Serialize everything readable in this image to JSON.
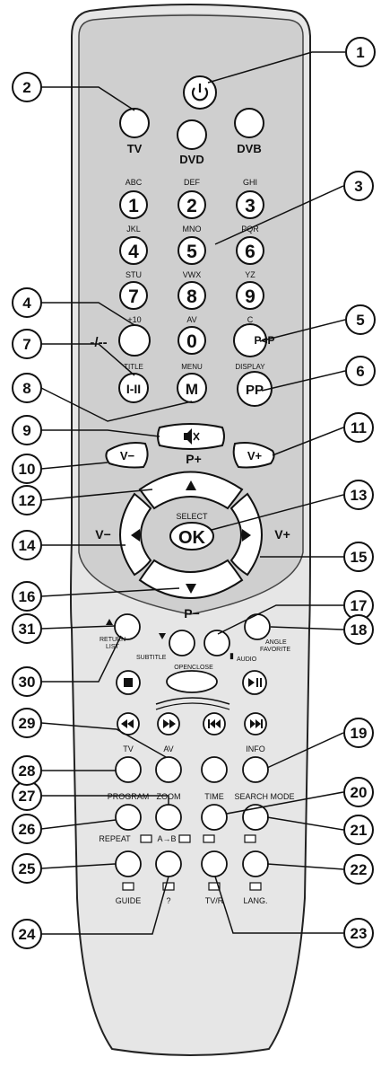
{
  "callouts": {
    "c1": "1",
    "c2": "2",
    "c3": "3",
    "c4": "4",
    "c5": "5",
    "c6": "6",
    "c7": "7",
    "c8": "8",
    "c9": "9",
    "c10": "10",
    "c11": "11",
    "c12": "12",
    "c13": "13",
    "c14": "14",
    "c15": "15",
    "c16": "16",
    "c17": "17",
    "c18": "18",
    "c19": "19",
    "c20": "20",
    "c21": "21",
    "c22": "22",
    "c23": "23",
    "c24": "24",
    "c25": "25",
    "c26": "26",
    "c27": "27",
    "c28": "28",
    "c29": "29",
    "c30": "30",
    "c31": "31"
  },
  "labels": {
    "tv": "TV",
    "dvd": "DVD",
    "dvb": "DVB",
    "abc": "ABC",
    "def": "DEF",
    "ghi": "GHI",
    "jkl": "JKL",
    "mno": "MNO",
    "pqr": "PQR",
    "stu": "STU",
    "vwx": "VWX",
    "yz": "YZ",
    "plus10": "+10",
    "av": "AV",
    "c": "C",
    "dash": "-/--",
    "ppp": "P<P",
    "title": "TITLE",
    "menu": "MENU",
    "display": "DISPLAY",
    "p_plus": "P+",
    "p_minus": "P−",
    "v_minus": "V−",
    "v_plus": "V+",
    "v_minus_side": "V−",
    "v_plus_side": "V+",
    "select": "SELECT",
    "return_list_1": "RETURN",
    "return_list_2": "LIST",
    "subtitle": "SUBTITLE",
    "openclose": "OPENCLOSE",
    "audio": "AUDIO",
    "angle": "ANGLE",
    "favorite": "FAVORITE",
    "tv2": "TV",
    "av2": "AV",
    "info": "INFO",
    "program": "PROGRAM",
    "zoom": "ZOOM",
    "time": "TIME",
    "search_mode": "SEARCH MODE",
    "repeat": "REPEAT",
    "ab": "A→B",
    "guide": "GUIDE",
    "question": "?",
    "tvr": "TV/R",
    "lang": "LANG."
  },
  "keys": {
    "k1": "1",
    "k2": "2",
    "k3": "3",
    "k4": "4",
    "k5": "5",
    "k6": "6",
    "k7": "7",
    "k8": "8",
    "k9": "9",
    "k0": "0",
    "i_ii": "I-II",
    "m": "M",
    "pp": "PP",
    "ok": "OK"
  }
}
